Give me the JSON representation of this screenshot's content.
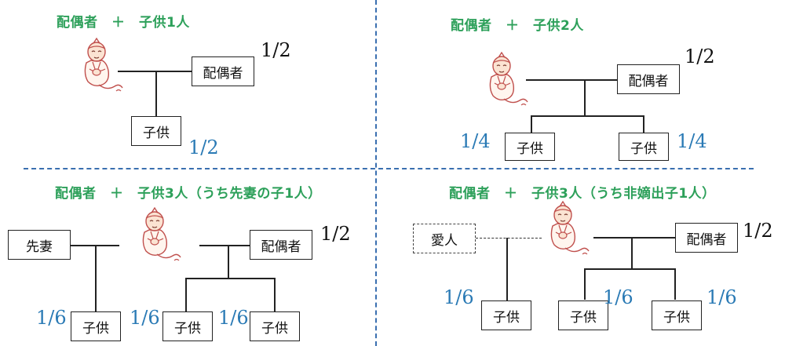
{
  "panels": [
    {
      "title": "配偶者　＋　子供1人",
      "spouse": "配偶者",
      "spouse_share": "1/2",
      "children": [
        {
          "label": "子供",
          "share": "1/2"
        }
      ]
    },
    {
      "title": "配偶者　＋　子供2人",
      "spouse": "配偶者",
      "spouse_share": "1/2",
      "children": [
        {
          "label": "子供",
          "share": "1/4"
        },
        {
          "label": "子供",
          "share": "1/4"
        }
      ]
    },
    {
      "title": "配偶者　＋　子供3人（うち先妻の子1人）",
      "former_spouse": "先妻",
      "spouse": "配偶者",
      "spouse_share": "1/2",
      "children": [
        {
          "label": "子供",
          "share": "1/6"
        },
        {
          "label": "子供",
          "share": "1/6"
        },
        {
          "label": "子供",
          "share": "1/6"
        }
      ]
    },
    {
      "title": "配偶者　＋　子供3人（うち非嫡出子1人）",
      "partner": "愛人",
      "spouse": "配偶者",
      "spouse_share": "1/2",
      "children": [
        {
          "label": "子供",
          "share": "1/6"
        },
        {
          "label": "子供",
          "share": "1/6"
        },
        {
          "label": "子供",
          "share": "1/6"
        }
      ]
    }
  ],
  "colors": {
    "title_green": "#2da05a",
    "share_blue": "#2a7ab5",
    "divider_blue": "#3a6fb0",
    "ghost_outline": "#c0504d"
  },
  "icons": [
    "deceased-ghost-icon"
  ]
}
